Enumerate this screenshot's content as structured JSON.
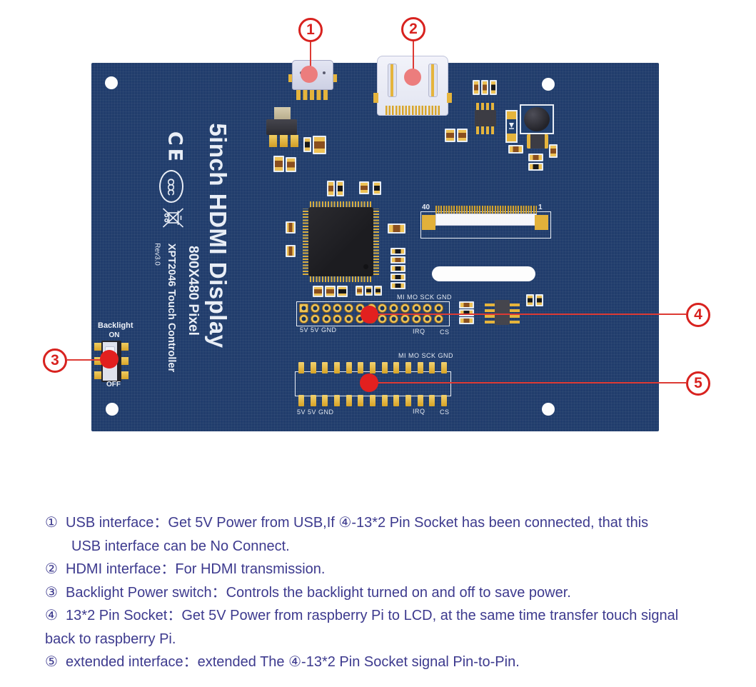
{
  "colors": {
    "board": "#213d6c",
    "callout_red": "#d8221f",
    "gold": "#e5b43c",
    "description_text": "#3d3a8e"
  },
  "board": {
    "silkscreen": {
      "title": "5inch HDMI Display",
      "resolution": "800X480 Pixel",
      "controller": "XPT2046 Touch Controller",
      "revision": "Rev3.0",
      "ce": "CE",
      "ccc": "CCC"
    },
    "backlight": {
      "label": "Backlight",
      "on": "ON",
      "off": "OFF"
    },
    "fpc": {
      "left_pin": "40",
      "right_pin": "1"
    },
    "socket_labels": {
      "top": "MI  MO SCK GND",
      "bottom_left": "5V  5V GND",
      "irq": "IRQ",
      "cs": "CS"
    },
    "pins_per_row": 13
  },
  "callouts": {
    "c1": "1",
    "c2": "2",
    "c3": "3",
    "c4": "4",
    "c5": "5"
  },
  "description": {
    "lines": [
      "①  USB interface：Get 5V Power from USB,If ④-13*2 Pin Socket has been connected, that this",
      "USB interface can be No Connect.",
      "②  HDMI interface：For HDMI transmission.",
      "③  Backlight Power switch：Controls the backlight turned on and off to save power.",
      "④  13*2 Pin Socket：Get 5V Power from raspberry Pi to LCD, at the same time transfer touch signal",
      "back to raspberry Pi.",
      "⑤  extended interface：extended The ④-13*2 Pin Socket signal Pin-to-Pin."
    ]
  }
}
